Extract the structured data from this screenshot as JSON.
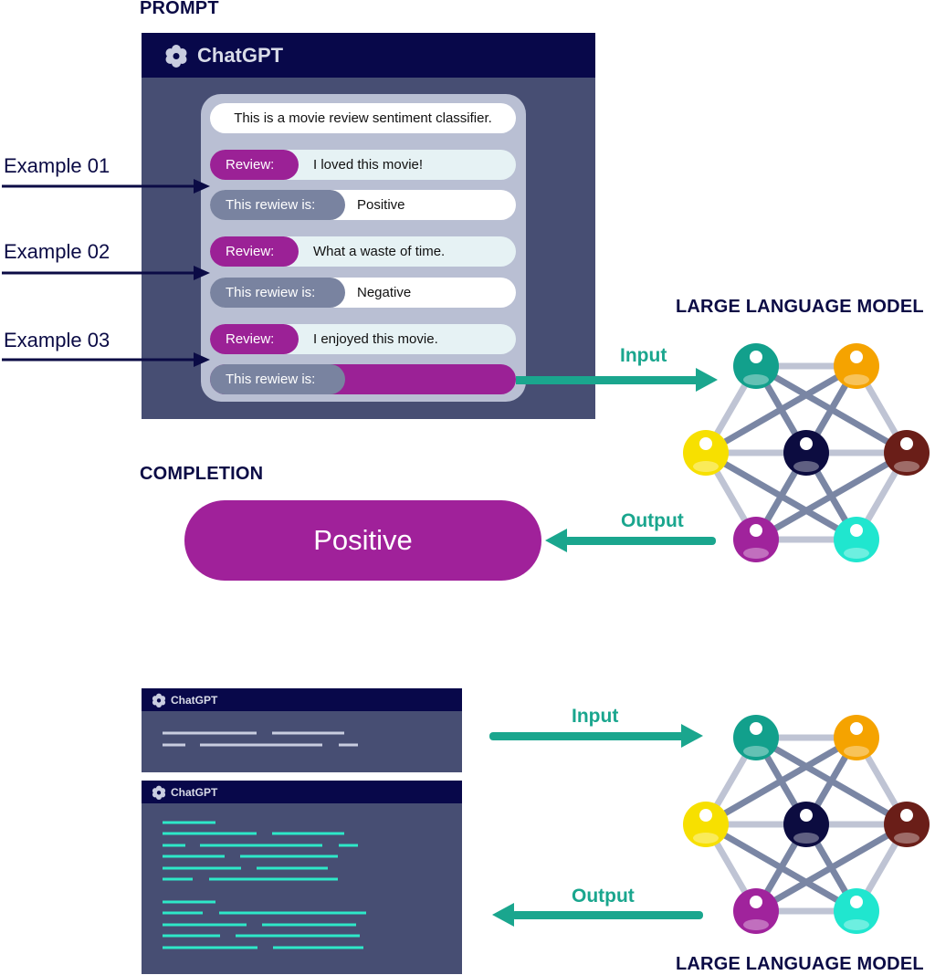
{
  "top": {
    "prompt_heading": "PROMPT",
    "app_title": "ChatGPT",
    "instruction": "This is a movie review sentiment classifier.",
    "examples": [
      {
        "label": "Example 01",
        "review_tag": "Review:",
        "review_text": "I loved this movie!",
        "is_tag": "This rewiew is:",
        "is_text": "Positive"
      },
      {
        "label": "Example 02",
        "review_tag": "Review:",
        "review_text": "What a waste of time.",
        "is_tag": "This rewiew is:",
        "is_text": "Negative"
      },
      {
        "label": "Example 03",
        "review_tag": "Review:",
        "review_text": "I enjoyed this movie.",
        "is_tag": "This rewiew is:",
        "is_text": ""
      }
    ],
    "input_label": "Input",
    "output_label": "Output",
    "model_heading": "LARGE LANGUAGE MODEL",
    "completion_heading": "COMPLETION",
    "completion_value": "Positive"
  },
  "bottom": {
    "window1_title": "ChatGPT",
    "window2_title": "ChatGPT",
    "input_label": "Input",
    "output_label": "Output",
    "model_heading": "LARGE LANGUAGE MODEL"
  },
  "colors": {
    "navy": "#08084a",
    "slate": "#474e73",
    "purple": "#9b2196",
    "teal": "#1aa68e",
    "cyan_lines": "#2ee8c8",
    "node_teal": "#12a08c",
    "node_orange": "#f5a300",
    "node_yellow": "#f7e000",
    "node_navy": "#0c0c40",
    "node_brown": "#6a1e18",
    "node_purple": "#a0239c",
    "node_cyan": "#20e6cf"
  },
  "icons": {
    "logo": "chatgpt-logo-icon"
  }
}
